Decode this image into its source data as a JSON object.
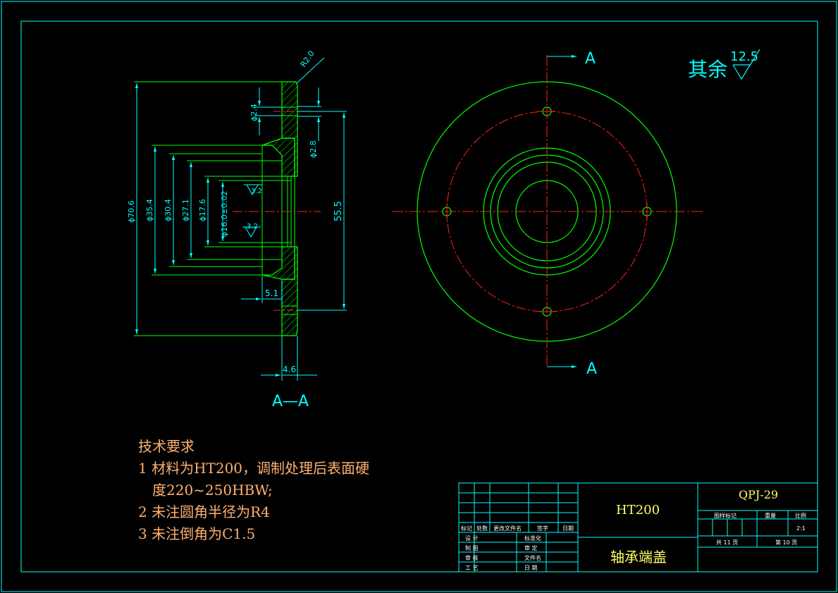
{
  "drawing": {
    "section_label": "A—A",
    "view_label_top": "A",
    "view_label_bottom": "A",
    "surface_finish_prefix": "其余",
    "surface_finish_value": "12.5",
    "dimensions": {
      "r_fillet": "R2.0",
      "d_2_4": "ϕ2.4",
      "d_2_8": "ϕ2.8",
      "d_70_6": "ϕ70.6",
      "d_35_4": "ϕ35.4",
      "d_30_4": "ϕ30.4",
      "d_27_1": "ϕ27.1",
      "d_17_6": "ϕ17.6",
      "d_16_0": "ϕ16.0±0.02",
      "len_55_5": "55.5",
      "len_5_1": "5.1",
      "len_4_6": "4.6",
      "rough_1": "3.2",
      "rough_2": "3.2"
    }
  },
  "tech_notes": {
    "title": "技术要求",
    "line1": "1 材料为HT200，调制处理后表面硬",
    "line1b": "度220~250HBW;",
    "line2": "2 未注圆角半径为R4",
    "line3": "3 未注倒角为C1.5"
  },
  "title_block": {
    "material": "HT200",
    "part_name": "轴承端盖",
    "drawing_no": "QPJ-29",
    "scale": "2:1",
    "total_pages": "共 11 页",
    "page_no": "第 10 页",
    "label_stage_mark": "图样标记",
    "label_weight": "重量",
    "label_scale": "比例",
    "label_mark": "标记",
    "label_count": "处数",
    "label_change_doc": "更改文件名",
    "label_sign": "签字",
    "label_date": "日期",
    "label_design": "设 计",
    "label_standardize": "标准化",
    "label_draw": "制 图",
    "label_review": "审 定",
    "label_check": "审 核",
    "label_doc_name": "文件名",
    "label_process": "工 艺",
    "label_date2": "日 期"
  },
  "colors": {
    "frame": "#00ffff",
    "outline": "#00ff00",
    "center_line": "#ff2020",
    "dimension": "#00ffff",
    "notes_text": "#ffb070",
    "title_text": "#ffff66"
  }
}
